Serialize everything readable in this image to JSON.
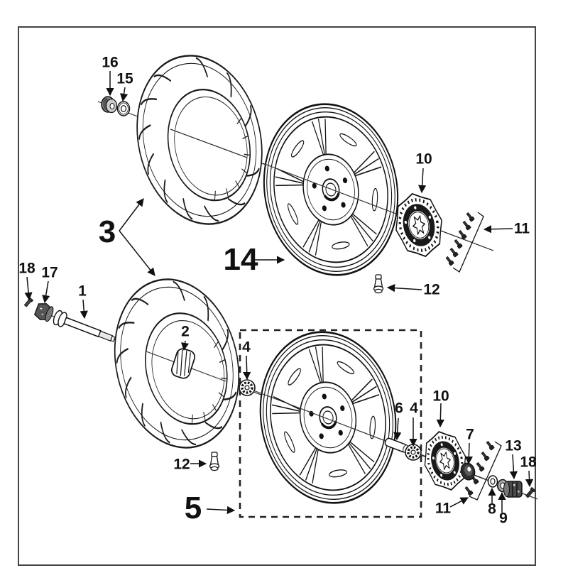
{
  "title": "wheel exploded parts diagram",
  "colors": {
    "background": "#ffffff",
    "line": "#1a1a1a",
    "shade_dark": "#3f3f3f",
    "shade_mid": "#999999"
  },
  "callouts": [
    {
      "label": "16",
      "part": "spacer-nut"
    },
    {
      "label": "15",
      "part": "washer"
    },
    {
      "label": "3",
      "part": "tires"
    },
    {
      "label": "14",
      "part": "wheel-rim"
    },
    {
      "label": "18",
      "part": "cotter-pin-left"
    },
    {
      "label": "17",
      "part": "axle-nut"
    },
    {
      "label": "1",
      "part": "axle-bolt"
    },
    {
      "label": "2",
      "part": "center-spacer"
    },
    {
      "label": "4",
      "part": "bearing"
    },
    {
      "label": "10",
      "part": "brake-disc-upper"
    },
    {
      "label": "11",
      "part": "disc-bolts-upper"
    },
    {
      "label": "12",
      "part": "valve-upper"
    },
    {
      "label": "12",
      "part": "valve-lower"
    },
    {
      "label": "5",
      "part": "wheel-assembly-box"
    },
    {
      "label": "6",
      "part": "hub-spacer"
    },
    {
      "label": "4",
      "part": "bearing-b"
    },
    {
      "label": "10",
      "part": "brake-disc-lower"
    },
    {
      "label": "7",
      "part": "dust-cap"
    },
    {
      "label": "13",
      "part": "hub-nut"
    },
    {
      "label": "18",
      "part": "cotter-pin-right"
    },
    {
      "label": "11",
      "part": "disc-bolts-lower"
    },
    {
      "label": "8",
      "part": "washer-8"
    },
    {
      "label": "9",
      "part": "washer-9"
    }
  ]
}
